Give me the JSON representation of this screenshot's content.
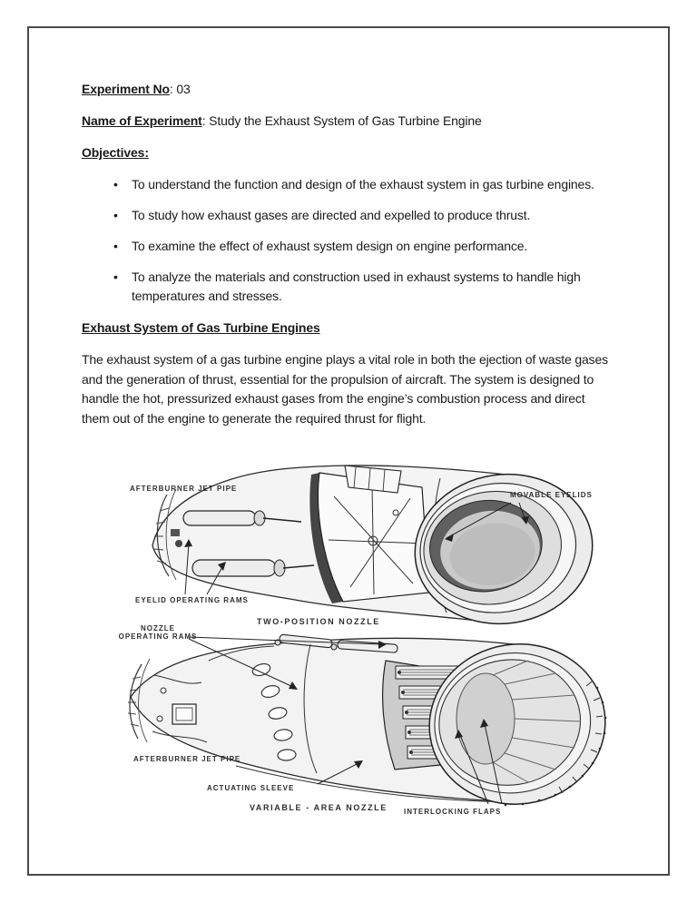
{
  "document": {
    "experiment_label": "Experiment No",
    "experiment_value": ": 03",
    "name_label": "Name of Experiment",
    "name_value": ": Study the Exhaust System of Gas Turbine Engine",
    "objectives_heading": "Objectives:",
    "objectives": [
      "To understand the function and design of the exhaust system in gas turbine engines.",
      "To study how exhaust gases are directed and expelled to produce thrust.",
      "To examine the effect of exhaust system design on engine performance.",
      "To analyze the materials and construction used in exhaust systems to handle high temperatures and stresses."
    ],
    "section_heading": "Exhaust System of Gas Turbine Engines",
    "paragraph_lines": [
      "The exhaust system of a gas turbine engine plays a vital role in both the ejection of waste gases",
      "and the generation of thrust, essential for the propulsion of aircraft. The system is designed to",
      "handle the hot, pressurized exhaust gases from the engine’s combustion process and direct",
      "them out of the engine to generate the required thrust for flight."
    ]
  },
  "figure1": {
    "label_afterburner": "AFTERBURNER JET PIPE",
    "label_movable_eyelids": "MOVABLE EYELIDS",
    "label_eyelid_rams": "EYELID OPERATING RAMS",
    "caption": "TWO-POSITION NOZZLE"
  },
  "figure2": {
    "label_nozzle_rams_line1": "NOZZLE",
    "label_nozzle_rams_line2": "OPERATING RAMS",
    "label_afterburner": "AFTERBURNER JET PIPE",
    "label_actuating_sleeve": "ACTUATING SLEEVE",
    "caption": "VARIABLE - AREA  NOZZLE",
    "label_interlocking_flaps": "INTERLOCKING FLAPS"
  }
}
